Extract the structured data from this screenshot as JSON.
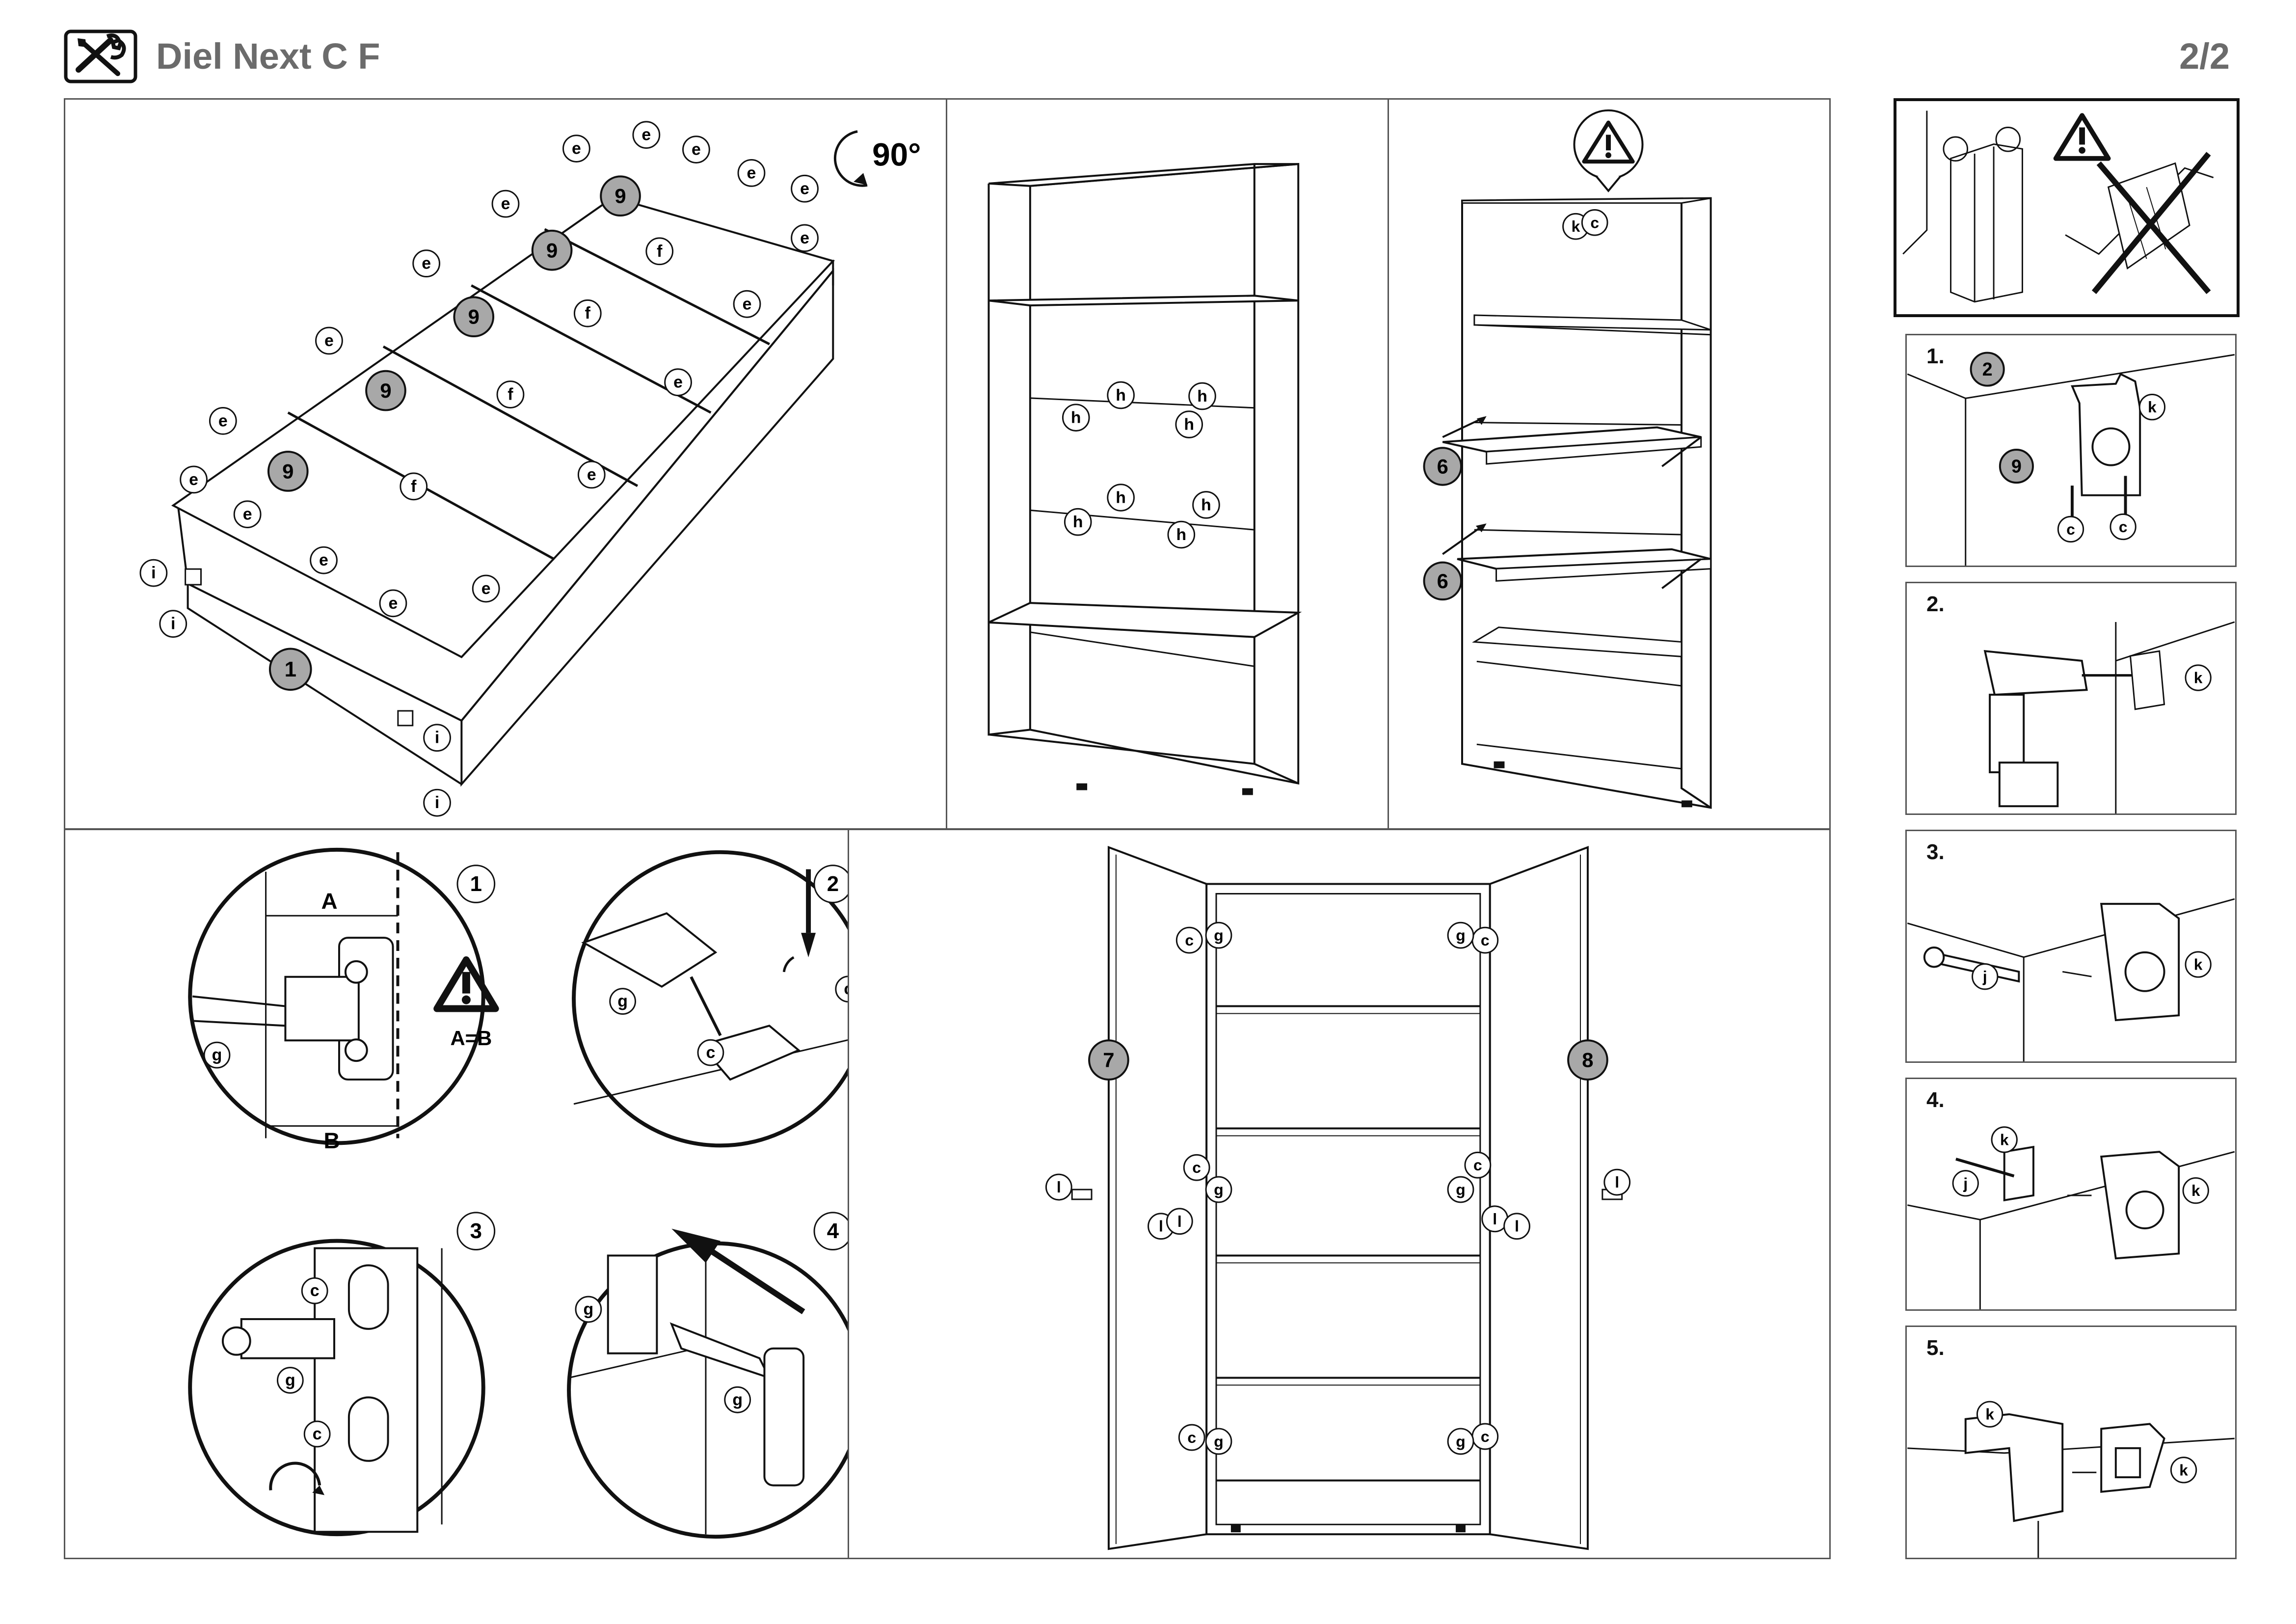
{
  "header": {
    "title": "Diel Next C F",
    "page": "2/2",
    "icon": "tools-icon"
  },
  "callouts": {
    "e": "e",
    "f": "f",
    "h": "h",
    "i": "i",
    "g": "g",
    "c": "c",
    "l": "l",
    "k": "k",
    "j": "j",
    "n1": "1",
    "n2": "2",
    "n3": "3",
    "n4": "4",
    "n6": "6",
    "n7": "7",
    "n8": "8",
    "n9": "9"
  },
  "rotate_label": "90°",
  "hinge_detail": {
    "dim_a": "A",
    "dim_b": "B",
    "equation": "A=B"
  },
  "side_steps": [
    "1.",
    "2.",
    "3.",
    "4.",
    "5."
  ],
  "colors": {
    "line": "#111111",
    "badge_fill": "#a8a8a8",
    "title_gray": "#6b6b6b"
  }
}
